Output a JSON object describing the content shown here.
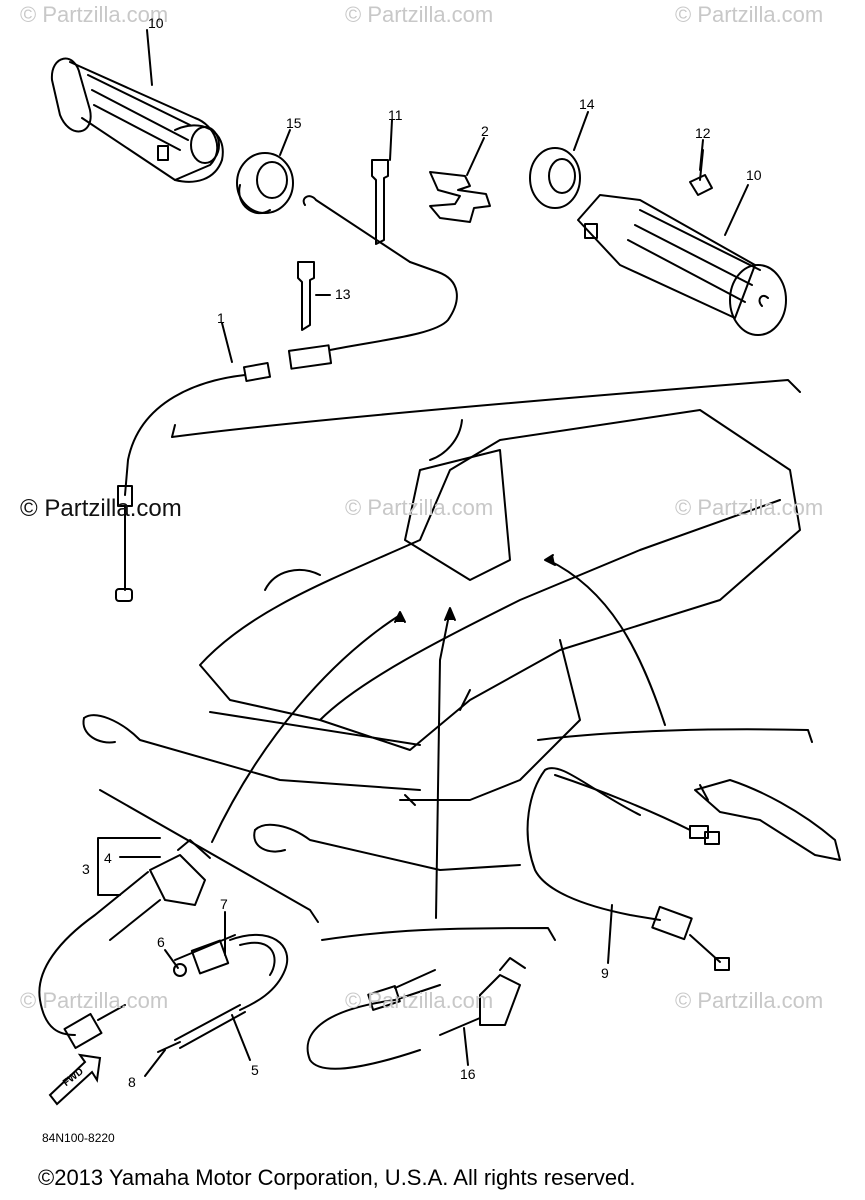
{
  "watermarks": {
    "top_left": "© Partzilla.com",
    "top_center": "© Partzilla.com",
    "top_right": "© Partzilla.com",
    "mid_left": "© Partzilla.com",
    "mid_center": "© Partzilla.com",
    "mid_right": "© Partzilla.com",
    "low_left": "© Partzilla.com",
    "low_center": "© Partzilla.com",
    "low_right": "© Partzilla.com"
  },
  "callouts": {
    "c1": "1",
    "c2": "2",
    "c3": "3",
    "c4": "4",
    "c5": "5",
    "c6": "6",
    "c7": "7",
    "c8": "8",
    "c9": "9",
    "c10a": "10",
    "c10b": "10",
    "c11": "11",
    "c12": "12",
    "c13": "13",
    "c14": "14",
    "c15": "15",
    "c16": "16"
  },
  "fwd_label": "FWD",
  "diagram_code": "84N100-8220",
  "copyright": "©2013  Yamaha Motor Corporation, U.S.A. All rights reserved."
}
